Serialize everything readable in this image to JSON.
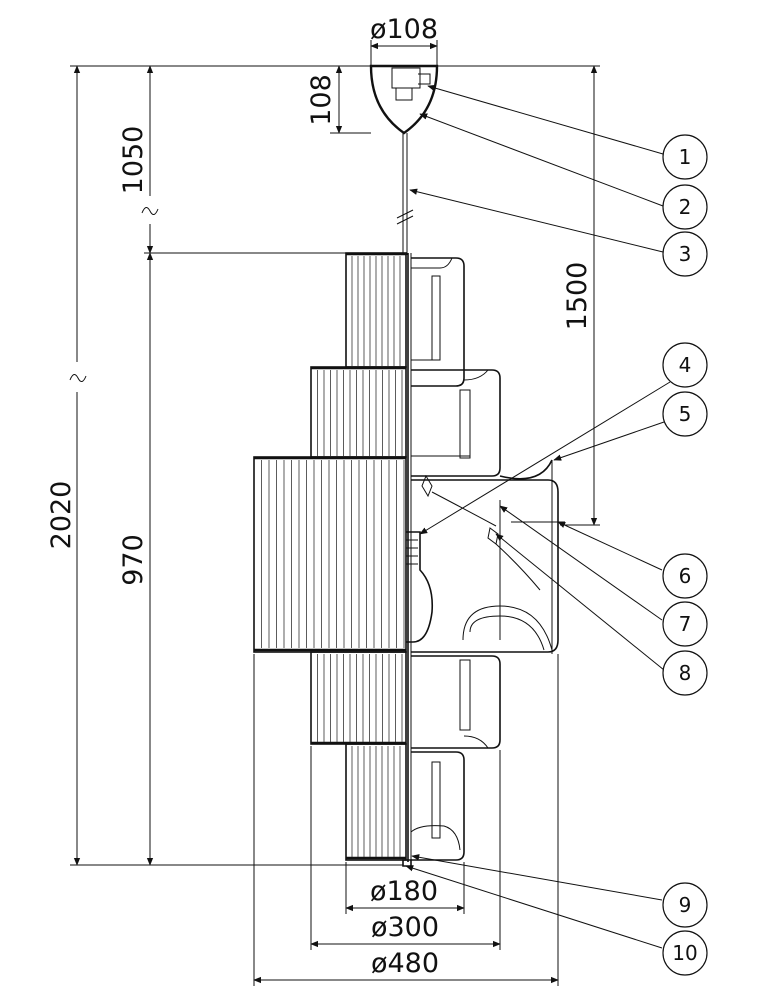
{
  "dimensions": {
    "canopy_diameter": "ø108",
    "canopy_height": "108",
    "cable_length": "1050",
    "total_height": "2020",
    "body_height": "970",
    "max_drop_to_center": "1500",
    "diameter_small": "ø180",
    "diameter_medium": "ø300",
    "diameter_large": "ø480"
  },
  "callouts": [
    "1",
    "2",
    "3",
    "4",
    "5",
    "6",
    "7",
    "8",
    "9",
    "10"
  ]
}
